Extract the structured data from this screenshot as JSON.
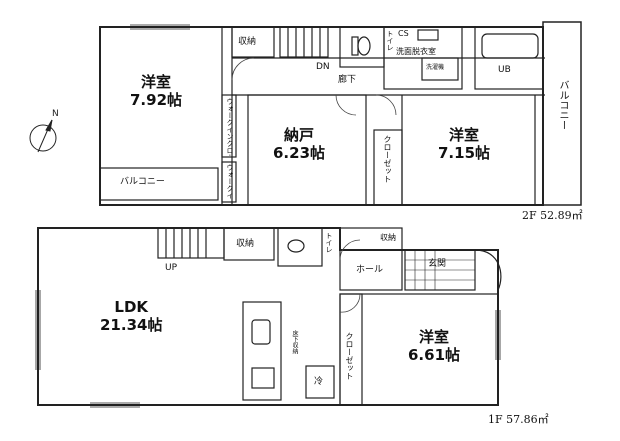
{
  "floor2": {
    "area_label": "2F 52.89㎡",
    "rooms": {
      "western_nw": {
        "name": "洋室",
        "size": "7.92帖"
      },
      "storage": {
        "name": "納戸",
        "size": "6.23帖"
      },
      "western_ne": {
        "name": "洋室",
        "size": "7.15帖"
      }
    },
    "labels": {
      "closet_top": "収納",
      "toilet": "トイレ",
      "cs": "CS",
      "washroom": "洗面脱衣室",
      "washer": "洗濯機",
      "ub": "UB",
      "dn": "DN",
      "hallway": "廊下",
      "balcony_w": "バルコニー",
      "balcony_e": "バルコニー",
      "wic_a": "ウォークインクローゼット",
      "wic_b": "ウォークインクローゼット",
      "closet_c": "クローゼット"
    }
  },
  "floor1": {
    "area_label": "1F 57.86㎡",
    "rooms": {
      "ldk": {
        "name": "LDK",
        "size": "21.34帖"
      },
      "western": {
        "name": "洋室",
        "size": "6.61帖"
      }
    },
    "labels": {
      "closet": "収納",
      "toilet": "トイレ",
      "closet_small": "収納",
      "hall": "ホール",
      "entrance": "玄関",
      "up": "UP",
      "fridge": "冷",
      "washer_dry": "床下収納",
      "closet_w": "クローゼット"
    }
  }
}
